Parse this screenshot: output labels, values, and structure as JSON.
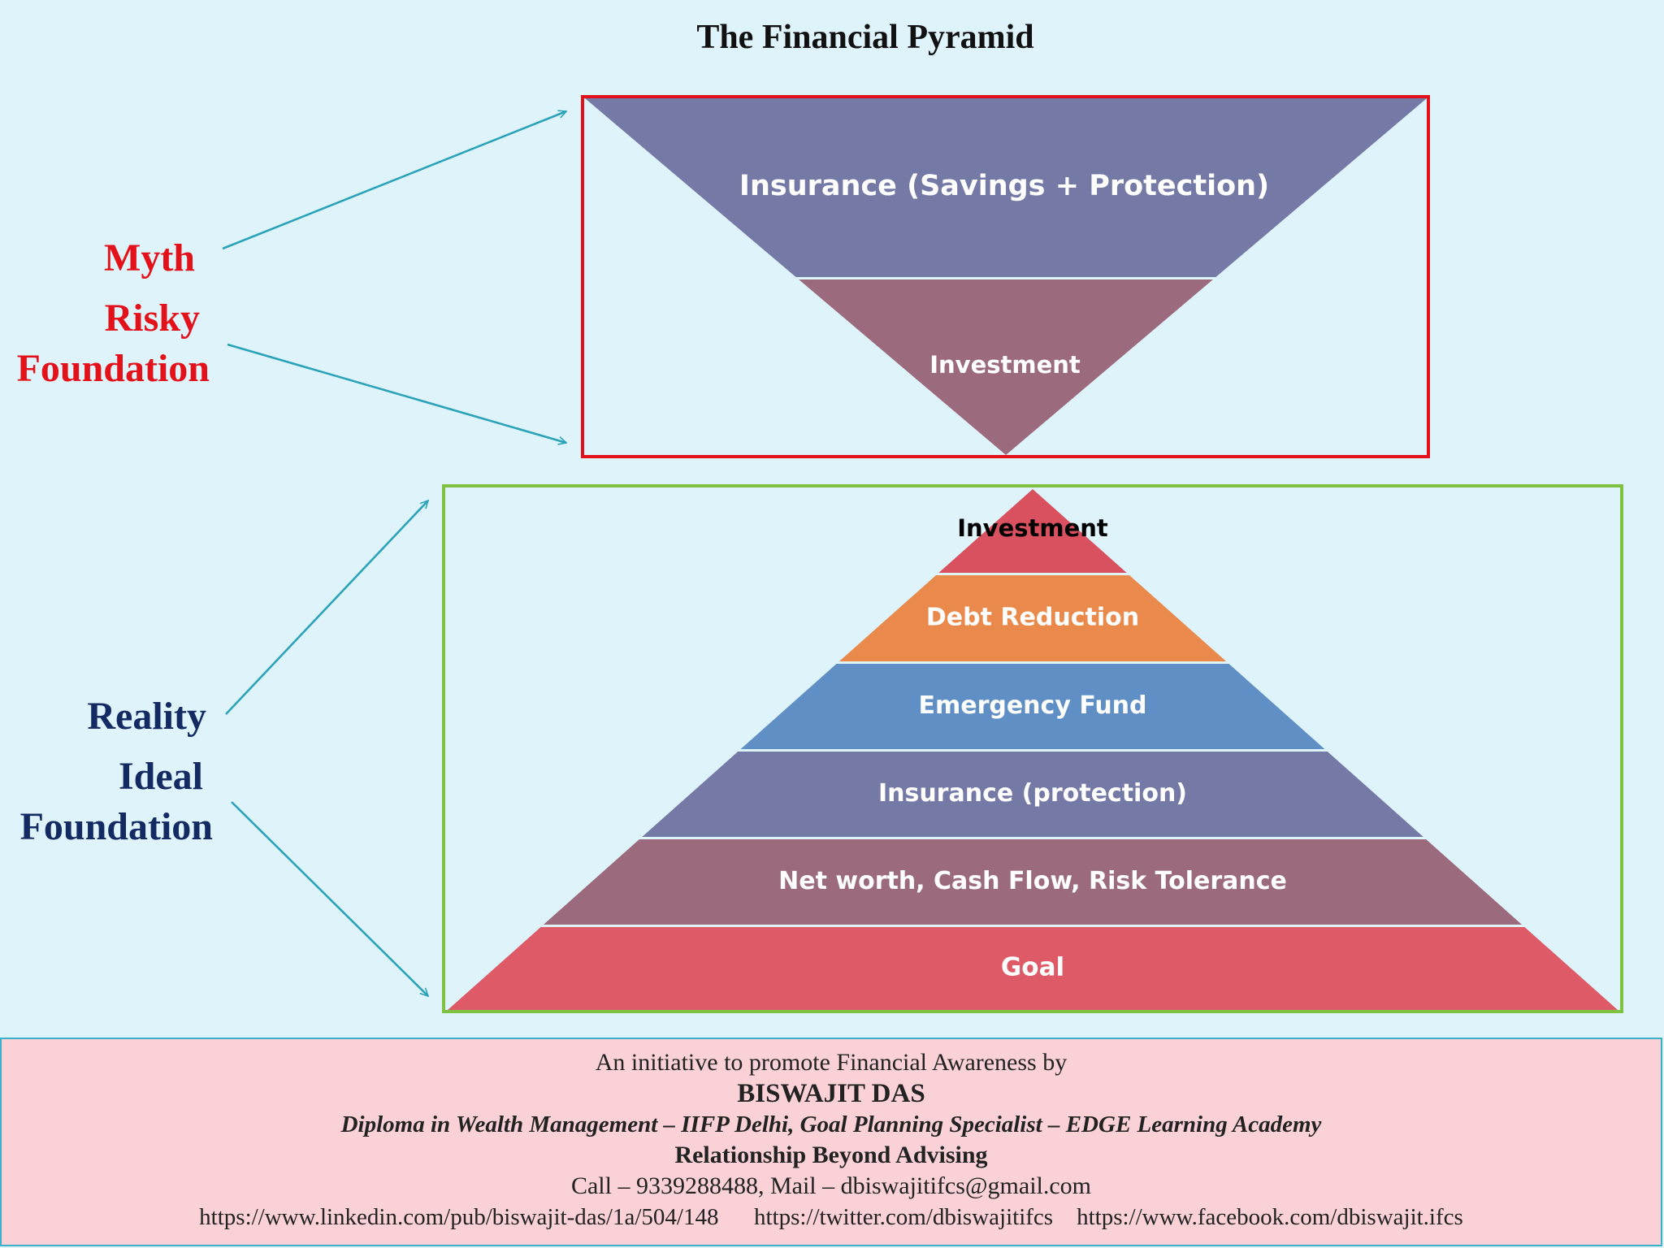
{
  "title": "The Financial Pyramid",
  "myth": {
    "lines": [
      "Myth",
      "Risky",
      "Foundation"
    ],
    "color": "#e3111a",
    "box_border_color": "#e3111a",
    "layers": [
      {
        "label": "Insurance (Savings + Protection)",
        "color": "#7479a6"
      },
      {
        "label": "Investment",
        "color": "#9b6b7d"
      }
    ]
  },
  "reality": {
    "lines": [
      "Reality",
      "Ideal",
      "Foundation"
    ],
    "color": "#132a63",
    "box_border_color": "#7fc241",
    "layers": [
      {
        "label": "Investment",
        "color": "#d9505f",
        "text_color": "#000000"
      },
      {
        "label": "Debt Reduction",
        "color": "#e98a4c",
        "text_color": "#ffffff"
      },
      {
        "label": "Emergency Fund",
        "color": "#5f8fc4",
        "text_color": "#ffffff"
      },
      {
        "label": "Insurance (protection)",
        "color": "#7479a6",
        "text_color": "#ffffff"
      },
      {
        "label": "Net worth, Cash Flow, Risk Tolerance",
        "color": "#9b6b7d",
        "text_color": "#ffffff"
      },
      {
        "label": "Goal",
        "color": "#dd5a66",
        "text_color": "#ffffff"
      }
    ]
  },
  "arrow_color": "#2aa3b8",
  "footer": {
    "intro": "An initiative to promote Financial Awareness by",
    "name": "BISWAJIT DAS",
    "credentials": "Diploma in Wealth Management – IIFP Delhi, Goal Planning Specialist – EDGE Learning Academy",
    "tagline": "Relationship Beyond Advising",
    "contact": "Call  – 9339288488, Mail – dbiswajitifcs@gmail.com",
    "links": [
      "https://www.linkedin.com/pub/biswajit-das/1a/504/148",
      "https://twitter.com/dbiswajitifcs",
      "https://www.facebook.com/dbiswajit.ifcs"
    ]
  }
}
